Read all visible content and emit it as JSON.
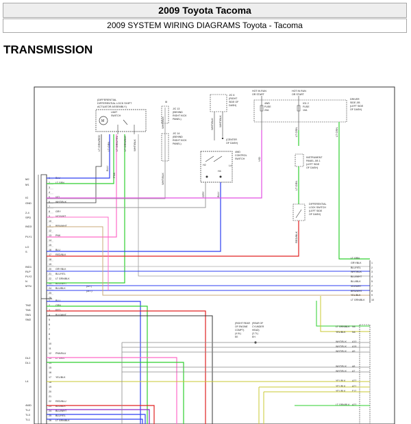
{
  "header": {
    "title": "2009 Toyota Tacoma",
    "subtitle": "2009 SYSTEM WIRING DIAGRAMS Toyota - Tacoma"
  },
  "section_title": "TRANSMISSION",
  "components": {
    "diff_lock_actuator": [
      "(DIFFERENTIAL",
      "DIFFERENTIAL LOCK SHIFT",
      "ACTUATOR ASSEMBLY)"
    ],
    "limit_switch": [
      "LIMIT",
      "SWITCH"
    ],
    "jc13": [
      "J/C 13",
      "(BEHIND",
      "RIGHT KICK",
      "PANEL)"
    ],
    "jc14": [
      "J/C 14",
      "(BEHIND",
      "RIGHT KICK",
      "PANEL)"
    ],
    "jc6": [
      "J/C 6",
      "(RIGHT",
      "SIDE OF",
      "DASH)"
    ],
    "center_dash": [
      "(CENTER",
      "OF DASH)"
    ],
    "control_switch": [
      "4WD",
      "CONTROL",
      "SWITCH"
    ],
    "switch_labels": [
      "H2",
      "H4",
      "L4"
    ],
    "hot_run1": [
      "HOT IN RUN",
      "OR START"
    ],
    "hot_run2": [
      "HOT IN RUN",
      "OR START"
    ],
    "fuse1": [
      "4WD",
      "FUSE",
      "20A"
    ],
    "fuse2": [
      "IG1 2",
      "FUSE",
      "10A"
    ],
    "driver_jb": [
      "DRIVER",
      "SIDE J/B",
      "(LEFT SIDE",
      "OF DASH)"
    ],
    "instrument_jb": [
      "INSTRUMENT",
      "PANEL J/B 1",
      "(LEFT SIDE",
      "OF DASH)"
    ],
    "diff_lock_switch": [
      "DIFFERENTIAL",
      "LOCK SWITCH",
      "(LEFT SIDE",
      "OF DASH)"
    ],
    "ground_labels": [
      "(RIGHT REAR",
      "OF ENGINE",
      "COMPT)",
      "(4.0L)",
      "EE"
    ],
    "ground_labels2": [
      "(REAR OF",
      "CYLINDER",
      "HEAD)",
      "(2.7L)",
      "EH"
    ]
  },
  "left_pins": [
    "M2",
    "M1",
    "",
    "",
    "IG",
    "GND",
    "",
    "2-4",
    "SPD",
    "IND3",
    "",
    "PLY1",
    "",
    "LO",
    "S",
    "",
    "",
    "IND1",
    "RLP",
    "PLY2",
    "N",
    "MTN",
    "",
    "",
    "TM2",
    "TM1",
    "SM1",
    "SM2",
    "",
    "",
    "",
    "",
    "",
    "DL2",
    "DL1",
    "",
    "",
    "L4",
    "",
    "",
    "",
    "",
    "4WD",
    "TL2",
    "TL3",
    "TL1"
  ],
  "connector_rows_top": [
    {
      "n": "1",
      "w": "BLU"
    },
    {
      "n": "2",
      "w": "LT GRN"
    },
    {
      "n": "3",
      "w": ""
    },
    {
      "n": "4",
      "w": ""
    },
    {
      "n": "5",
      "w": "VIO"
    },
    {
      "n": "6",
      "w": "WHT/BLK"
    },
    {
      "n": "7",
      "w": ""
    },
    {
      "n": "8",
      "w": "GRY"
    },
    {
      "n": "9",
      "w": "VIO/WHT"
    },
    {
      "n": "10",
      "w": ""
    },
    {
      "n": "11",
      "w": "BRN/WHT"
    },
    {
      "n": "12",
      "w": ""
    },
    {
      "n": "13",
      "w": "PNK"
    },
    {
      "n": "14",
      "w": ""
    },
    {
      "n": "15",
      "w": ""
    },
    {
      "n": "16",
      "w": "BLU"
    },
    {
      "n": "17",
      "w": "RED/BLK"
    },
    {
      "n": "18",
      "w": ""
    },
    {
      "n": "19",
      "w": ""
    },
    {
      "n": "20",
      "w": "GRY/BLK"
    },
    {
      "n": "21",
      "w": "BLU/YEL"
    },
    {
      "n": "22",
      "w": "LT GRN/BLK"
    },
    {
      "n": "23",
      "w": "BLU/WHT"
    },
    {
      "n": "24",
      "w": "BLU/BLK"
    },
    {
      "n": "25",
      "w": ""
    },
    {
      "n": "26",
      "w": ""
    }
  ],
  "connector_notes": [
    "(A/T)",
    "(M/T)"
  ],
  "connector_rows_bottom": [
    {
      "n": "1",
      "w": "BLU"
    },
    {
      "n": "2",
      "w": "GRN"
    },
    {
      "n": "3",
      "w": "RED"
    },
    {
      "n": "4",
      "w": "BLK/WHT"
    },
    {
      "n": "5",
      "w": ""
    },
    {
      "n": "6",
      "w": ""
    },
    {
      "n": "7",
      "w": ""
    },
    {
      "n": "8",
      "w": ""
    },
    {
      "n": "9",
      "w": ""
    },
    {
      "n": "10",
      "w": ""
    },
    {
      "n": "11",
      "w": ""
    },
    {
      "n": "12",
      "w": "PNK/BLU"
    },
    {
      "n": "13",
      "w": "LT GRN"
    },
    {
      "n": "14",
      "w": ""
    },
    {
      "n": "15",
      "w": ""
    },
    {
      "n": "16",
      "w": ""
    },
    {
      "n": "17",
      "w": "YEL/BLK"
    },
    {
      "n": "18",
      "w": ""
    },
    {
      "n": "19",
      "w": ""
    },
    {
      "n": "20",
      "w": ""
    },
    {
      "n": "21",
      "w": ""
    },
    {
      "n": "22",
      "w": "RED/BLU"
    },
    {
      "n": "23",
      "w": "BLU/BLK"
    },
    {
      "n": "24",
      "w": "BLU/WHT"
    },
    {
      "n": "25",
      "w": "BLU/YEL"
    },
    {
      "n": "26",
      "w": "LT GRN/BLK"
    }
  ],
  "vertical_wire_labels": {
    "act1": "LT GRN/RED",
    "act2": "LT GRN",
    "act3": "LT GRN/YEL",
    "act4": "LT GRN/BLK",
    "act5": "WHT/BLK",
    "blu": "BLU",
    "pnk": "PNK",
    "wht1": "WHT/BLK",
    "wht2": "WHT/BLK",
    "wht3": "WHT/BLK",
    "jc6a": "WHT/BLK",
    "jc6b": "WHT/BLK",
    "gry": "GRY",
    "blu2": "BLU",
    "vio": "VIO",
    "yel": "YEL",
    "ltgrn1": "LT GRN",
    "ltgrn2": "LT GRN",
    "ltgrn3": "LT GRN",
    "redblk": "RED/BLK"
  },
  "right_rows": [
    {
      "w": "LT GRN",
      "n": ""
    },
    {
      "w": "GRY/BLK",
      "n": "1"
    },
    {
      "w": "BLU/YEL",
      "n": "2"
    },
    {
      "w": "WHT/BLK",
      "n": "3"
    },
    {
      "w": "BLU/WHT",
      "n": "4"
    },
    {
      "w": "BLU/BLK",
      "n": "5"
    },
    {
      "w": "VIO/WHT",
      "n": "7"
    },
    {
      "w": "BRN/WHT",
      "n": "8"
    },
    {
      "w": "YEL/BLK",
      "n": "9"
    },
    {
      "w": "LT GRN/BLK",
      "n": "10"
    }
  ],
  "right_rows_lower": [
    {
      "w": "LT GRN/BLK",
      "n": "N4"
    },
    {
      "w": "YEL/BLK",
      "n": "N4"
    },
    {
      "w": "WHT/BLK",
      "n": "A10"
    },
    {
      "w": "WHT/BLK",
      "n": "A18"
    },
    {
      "w": "WHT/BLK",
      "n": "A9"
    },
    {
      "w": "WHT/BLK",
      "n": "A8"
    },
    {
      "w": "WHT/BLK",
      "n": "A7"
    },
    {
      "w": "YEL/BLK",
      "n": "A22"
    },
    {
      "w": "YEL/BLK",
      "n": "A21"
    },
    {
      "w": "YEL/BLK",
      "n": "F12"
    },
    {
      "w": "LT GRN/BLK",
      "n": "A22"
    }
  ],
  "colors": {
    "blu": "#2c3df0",
    "ltgrn": "#2ecf2e",
    "vio": "#e24de2",
    "gry": "#9a9a9a",
    "pnk": "#ff69c8",
    "red": "#e02020",
    "yel": "#c8c830",
    "brn": "#c8a878",
    "purple": "#8a2bc8",
    "frame": "#333333"
  }
}
